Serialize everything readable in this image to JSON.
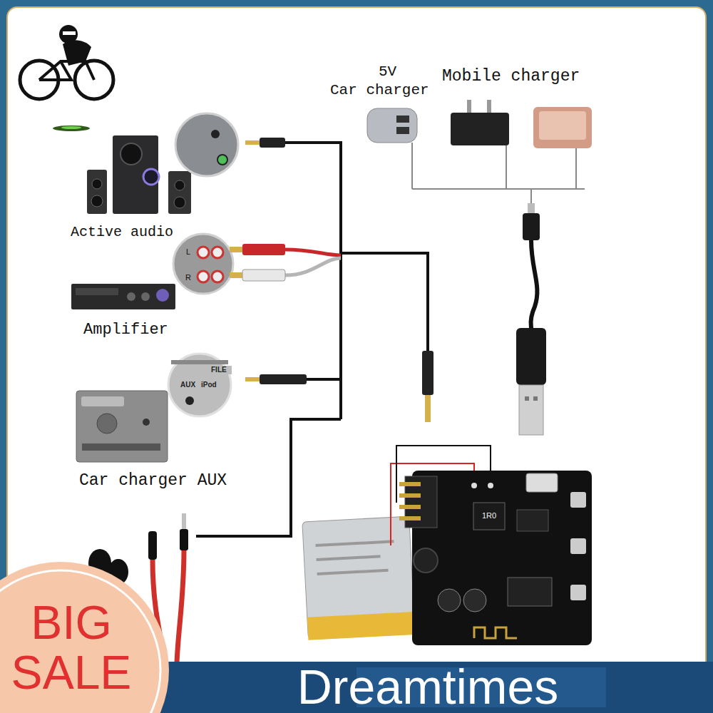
{
  "diagram": {
    "labels": [
      "5V Car charger",
      "Mobile charger",
      "Active audio",
      "L",
      "R",
      "Amplifier",
      "FILE",
      "AUX",
      "iPod",
      "Car charger AUX",
      "1R0",
      "BIG SALE",
      "Dreamtimes"
    ]
  }
}
